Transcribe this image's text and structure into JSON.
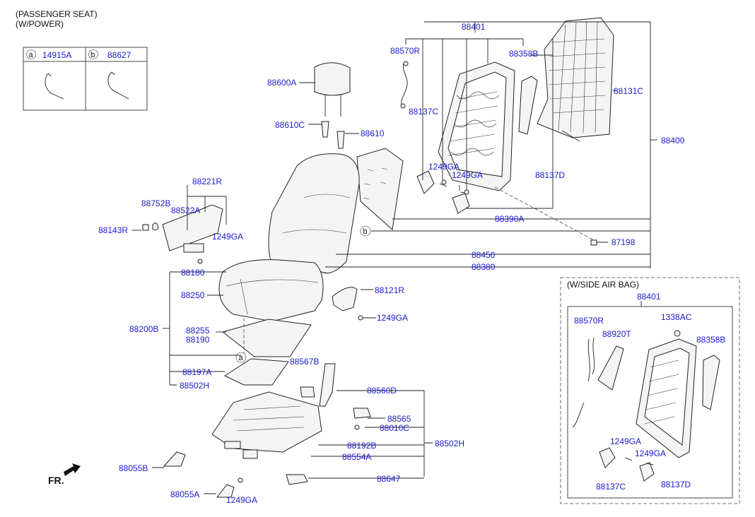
{
  "header": {
    "line1": "(PASSENGER SEAT)",
    "line2": "(W/POWER)"
  },
  "legend": {
    "a": {
      "letter": "a",
      "part": "14915A"
    },
    "b": {
      "letter": "b",
      "part": "88627"
    }
  },
  "side_airbag": {
    "title": "(W/SIDE AIR BAG)",
    "labels": {
      "p88401": "88401",
      "p88570R": "88570R",
      "p1338AC": "1338AC",
      "p88920T": "88920T",
      "p88358B": "88358B",
      "p1249GA_1": "1249GA",
      "p1249GA_2": "1249GA",
      "p88137C": "88137C",
      "p88137D": "88137D"
    }
  },
  "callouts": {
    "a": "a",
    "b": "b"
  },
  "fr_label": "FR.",
  "labels": {
    "p88401": "88401",
    "p88570R": "88570R",
    "p88358B": "88358B",
    "p88131C": "88131C",
    "p88137C": "88137C",
    "p88400": "88400",
    "p1249GA_a": "1249GA",
    "p1249GA_b": "1249GA",
    "p88137D": "88137D",
    "p88390A": "88390A",
    "p87198": "87198",
    "p88450": "88450",
    "p88380": "88380",
    "p88600A": "88600A",
    "p88610C": "88610C",
    "p88610": "88610",
    "p88221R": "88221R",
    "p88752B": "88752B",
    "p88522A": "88522A",
    "p88143R": "88143R",
    "p1249GA_c": "1249GA",
    "p88180": "88180",
    "p88250": "88250",
    "p88121R": "88121R",
    "p1249GA_d": "1249GA",
    "p88200B": "88200B",
    "p88255": "88255",
    "p88190": "88190",
    "p88197A": "88197A",
    "p88567B": "88567B",
    "p88502H_a": "88502H",
    "p88560D": "88560D",
    "p88565": "88565",
    "p88010C": "88010C",
    "p88502H_b": "88502H",
    "p88192B": "88192B",
    "p88554A": "88554A",
    "p88055B": "88055B",
    "p88647": "88647",
    "p88055A": "88055A",
    "p1249GA_e": "1249GA"
  }
}
